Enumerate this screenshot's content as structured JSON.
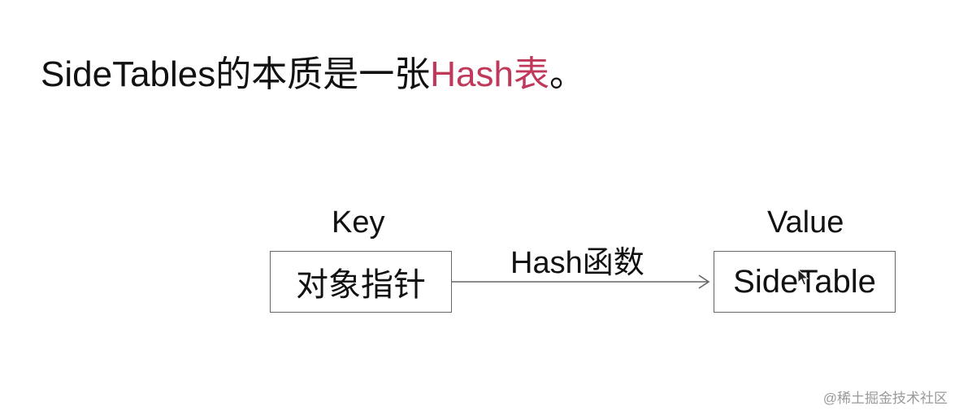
{
  "title": {
    "prefix": "SideTables的本质是一张",
    "highlight": "Hash表",
    "suffix": "。",
    "highlight_color": "#c0395a"
  },
  "diagram": {
    "key_label": "Key",
    "value_label": "Value",
    "key_box": "对象指针",
    "value_box": "SideTable",
    "edge_label": "Hash函数"
  },
  "watermark": "@稀土掘金技术社区",
  "icons": {
    "cursor": "mouse-pointer-icon"
  }
}
